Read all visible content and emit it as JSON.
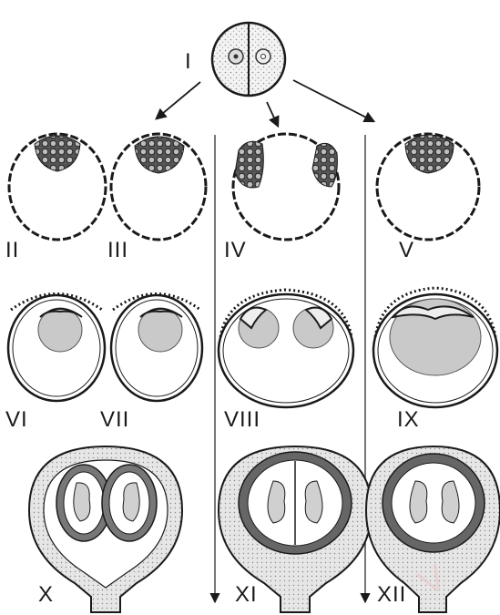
{
  "labels": {
    "i": "I",
    "ii": "II",
    "iii": "III",
    "iv": "IV",
    "v": "V",
    "vi": "VI",
    "vii": "VII",
    "viii": "VIII",
    "ix": "IX",
    "x": "X",
    "xi": "XI",
    "xii": "XII"
  },
  "colors": {
    "ink": "#1a1a1a",
    "stipple": "#cfcfcf",
    "embryo_fill": "#c9c9c9",
    "uterus_fill": "#e6e6e6",
    "watermark": "#e9c7c7"
  },
  "watermark_text": "V"
}
